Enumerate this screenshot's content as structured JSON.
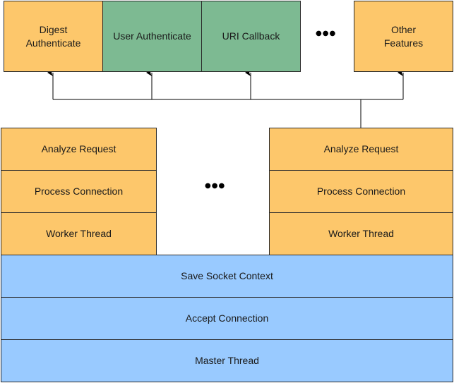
{
  "features": {
    "digest": "Digest\nAuthenticate",
    "user_auth": "User Authenticate",
    "uri_callback": "URI Callback",
    "ellipsis": "●●●",
    "other": "Other\nFeatures"
  },
  "worker_left": {
    "analyze": "Analyze Request",
    "process": "Process Connection",
    "thread": "Worker Thread"
  },
  "worker_ellipsis": "●●●",
  "worker_right": {
    "analyze": "Analyze Request",
    "process": "Process Connection",
    "thread": "Worker Thread"
  },
  "master": {
    "save_socket": "Save Socket Context",
    "accept": "Accept Connection",
    "thread": "Master Thread"
  },
  "colors": {
    "orange": "#fdc76b",
    "green": "#7dba92",
    "blue": "#99caff"
  }
}
